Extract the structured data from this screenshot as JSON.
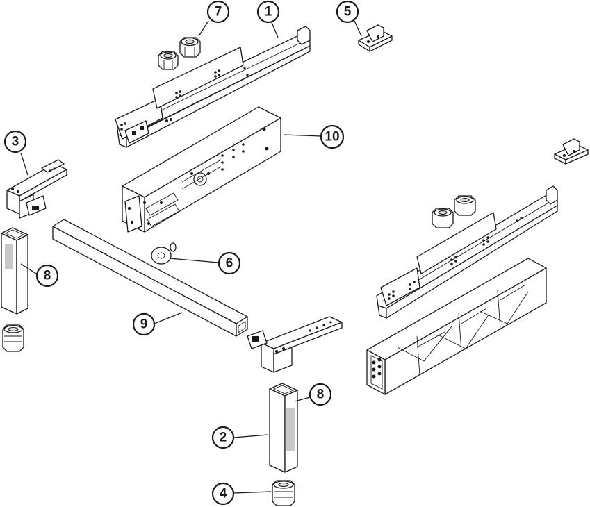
{
  "callouts": [
    {
      "id": "c7",
      "label": "7"
    },
    {
      "id": "c1",
      "label": "1"
    },
    {
      "id": "c5",
      "label": "5"
    },
    {
      "id": "c3",
      "label": "3"
    },
    {
      "id": "c10",
      "label": "10"
    },
    {
      "id": "c6",
      "label": "6"
    },
    {
      "id": "c8a",
      "label": "8"
    },
    {
      "id": "c9",
      "label": "9"
    },
    {
      "id": "c8b",
      "label": "8"
    },
    {
      "id": "c2",
      "label": "2"
    },
    {
      "id": "c4",
      "label": "4"
    }
  ]
}
